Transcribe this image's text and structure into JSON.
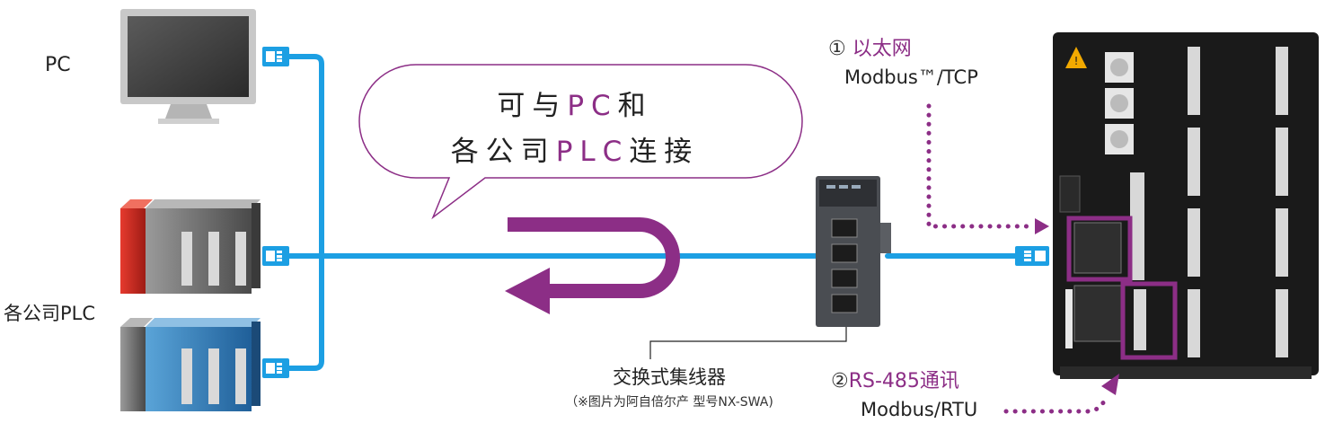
{
  "devices": {
    "pc_label": "PC",
    "plc_label": "各公司PLC"
  },
  "bubble": {
    "line1_pre": "可与",
    "line1_hl": "PC",
    "line1_post": "和",
    "line2_pre": "各公司",
    "line2_hl": "PLC",
    "line2_post": "连接"
  },
  "hub": {
    "title": "交换式集线器",
    "note": "（※图片为阿自倍尔产 型号NX-SWA)"
  },
  "ethernet": {
    "number": "①",
    "title": "以太网",
    "protocol": "Modbus™/TCP"
  },
  "rs485": {
    "number": "②",
    "title": "RS-485通讯",
    "protocol": "Modbus/RTU"
  },
  "colors": {
    "cable": "#1c9fe3",
    "accent": "#8c2e86",
    "controller_body": "#1a1a1a"
  }
}
